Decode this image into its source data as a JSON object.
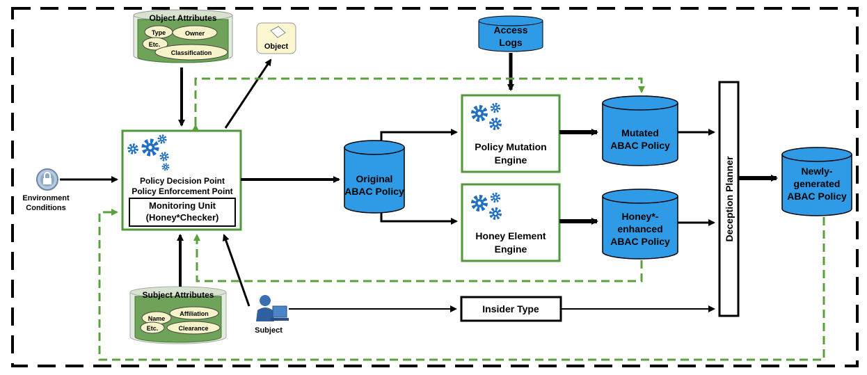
{
  "object_attributes": {
    "title": "Object Attributes",
    "items": [
      "Type",
      "Owner",
      "Etc.",
      "Classification"
    ]
  },
  "object": {
    "label": "Object"
  },
  "access_logs": {
    "line1": "Access",
    "line2": "Logs"
  },
  "pdp": {
    "line1": "Policy Decision Point",
    "line2": "Policy Enforcement Point",
    "monitor_line1": "Monitoring Unit",
    "monitor_line2": "(Honey*Checker)"
  },
  "environment": {
    "line1": "Environment",
    "line2": "Conditions"
  },
  "original_policy": {
    "line1": "Original",
    "line2": "ABAC Policy"
  },
  "policy_mutation_engine": {
    "line1": "Policy Mutation",
    "line2": "Engine"
  },
  "honey_element_engine": {
    "line1": "Honey Element",
    "line2": "Engine"
  },
  "mutated_policy": {
    "line1": "Mutated",
    "line2": "ABAC Policy"
  },
  "honey_policy": {
    "line1": "Honey*-",
    "line2": "enhanced",
    "line3": "ABAC Policy"
  },
  "deception_planner": {
    "label": "Deception Planner"
  },
  "new_policy": {
    "line1": "Newly-",
    "line2": "generated",
    "line3": "ABAC Policy"
  },
  "subject_attributes": {
    "title": "Subject Attributes",
    "items": [
      "Affiliation",
      "Name",
      "Etc.",
      "Clearance"
    ]
  },
  "subject": {
    "label": "Subject"
  },
  "insider_type": {
    "label": "Insider Type"
  },
  "colors": {
    "cylinder_blue": "#2f9be6",
    "green": "#4e9a3a",
    "dashed_green": "#5aa03c",
    "ellipse_yellow": "#f6f4c8",
    "gear_blue": "#1f6fc4"
  }
}
